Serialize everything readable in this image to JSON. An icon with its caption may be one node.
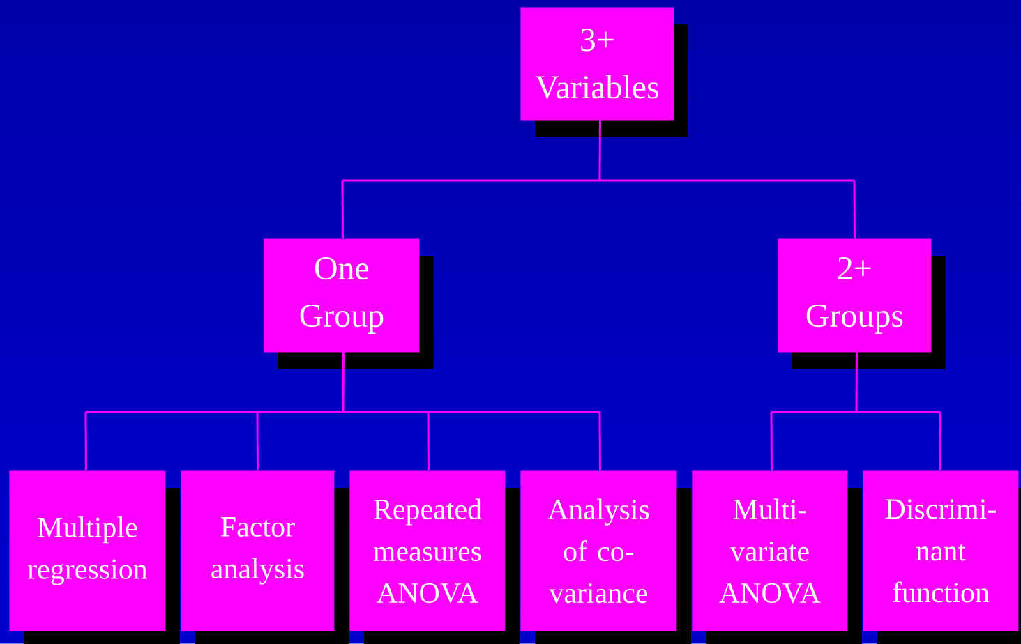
{
  "diagram": {
    "nodes": [
      {
        "text": [
          "3+ Variables"
        ]
      },
      {
        "text": [
          "One Group"
        ]
      },
      {
        "text": [
          "2+ Groups"
        ]
      },
      {
        "text": [
          "Multiple regression"
        ]
      },
      {
        "text": [
          "Factor analysis"
        ]
      },
      {
        "text": [
          "Repeated measures ANOVA"
        ]
      },
      {
        "text": [
          "Analysis of co- variance"
        ]
      },
      {
        "text": [
          "Multi- variate ANOVA"
        ]
      },
      {
        "text": [
          "Discrimi- nant function"
        ]
      }
    ],
    "edges": [
      {
        "from": 0,
        "to": 1,
        "arrow": "none"
      },
      {
        "from": 0,
        "to": 2,
        "arrow": "none"
      },
      {
        "from": 1,
        "to": 3,
        "arrow": "none"
      },
      {
        "from": 1,
        "to": 4,
        "arrow": "none"
      },
      {
        "from": 1,
        "to": 5,
        "arrow": "none"
      },
      {
        "from": 1,
        "to": 6,
        "arrow": "none"
      },
      {
        "from": 2,
        "to": 7,
        "arrow": "none"
      },
      {
        "from": 2,
        "to": 8,
        "arrow": "none"
      }
    ]
  }
}
